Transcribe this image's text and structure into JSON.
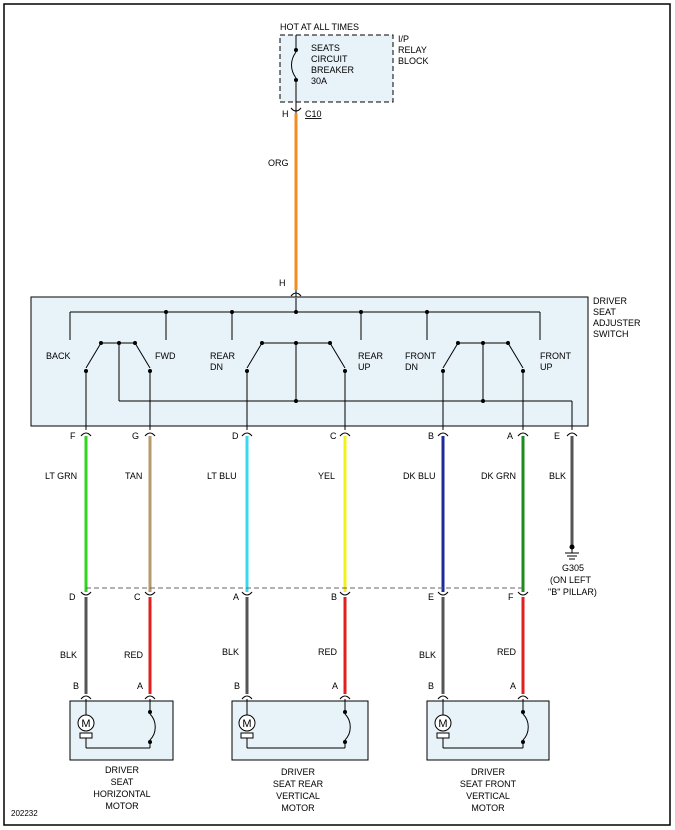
{
  "diagram_id": "202232",
  "hot_label": "HOT AT ALL TIMES",
  "relay_block": {
    "breaker": [
      "SEATS",
      "CIRCUIT",
      "BREAKER",
      "30A"
    ],
    "block_label": [
      "I/P",
      "RELAY",
      "BLOCK"
    ],
    "pin": "H",
    "connector": "C10"
  },
  "feed_wire": {
    "color_name": "ORG",
    "color": "#f28c1e",
    "pin": "H"
  },
  "switch": {
    "label": [
      "DRIVER",
      "SEAT",
      "ADJUSTER",
      "SWITCH"
    ],
    "positions": {
      "back": [
        "BACK"
      ],
      "fwd": [
        "FWD"
      ],
      "rear_dn": [
        "REAR",
        "DN"
      ],
      "rear_up": [
        "REAR",
        "UP"
      ],
      "front_dn": [
        "FRONT",
        "DN"
      ],
      "front_up": [
        "FRONT",
        "UP"
      ]
    },
    "pins": [
      "F",
      "G",
      "D",
      "C",
      "B",
      "A",
      "E"
    ]
  },
  "upper_wires": [
    {
      "name": "LT GRN",
      "color": "#2fd41e"
    },
    {
      "name": "TAN",
      "color": "#b59a6e"
    },
    {
      "name": "LT BLU",
      "color": "#38d8ee"
    },
    {
      "name": "YEL",
      "color": "#f0f21a"
    },
    {
      "name": "DK BLU",
      "color": "#1c2a9c"
    },
    {
      "name": "DK GRN",
      "color": "#1d8a1d"
    },
    {
      "name": "BLK",
      "color": "#555555"
    }
  ],
  "ground": {
    "name": "G305",
    "note": [
      "(ON LEFT",
      "\"B\" PILLAR)"
    ]
  },
  "inline_pins": [
    "D",
    "C",
    "A",
    "B",
    "E",
    "F"
  ],
  "lower_wires": [
    {
      "name": "BLK",
      "color": "#555555"
    },
    {
      "name": "RED",
      "color": "#e0201e"
    },
    {
      "name": "BLK",
      "color": "#555555"
    },
    {
      "name": "RED",
      "color": "#e0201e"
    },
    {
      "name": "BLK",
      "color": "#555555"
    },
    {
      "name": "RED",
      "color": "#e0201e"
    }
  ],
  "motors": [
    {
      "pins": [
        "B",
        "A"
      ],
      "label": [
        "DRIVER",
        "SEAT",
        "HORIZONTAL",
        "MOTOR"
      ]
    },
    {
      "pins": [
        "B",
        "A"
      ],
      "label": [
        "DRIVER",
        "SEAT REAR",
        "VERTICAL",
        "MOTOR"
      ]
    },
    {
      "pins": [
        "B",
        "A"
      ],
      "label": [
        "DRIVER",
        "SEAT FRONT",
        "VERTICAL",
        "MOTOR"
      ]
    }
  ],
  "motor_symbol": "M"
}
